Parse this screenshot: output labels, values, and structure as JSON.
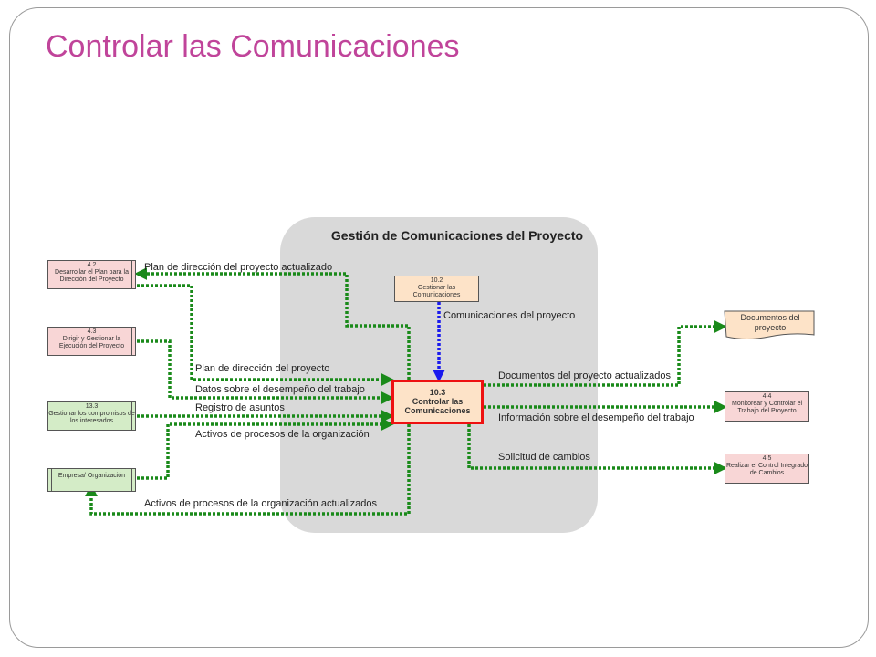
{
  "title": "Controlar las Comunicaciones",
  "area_title": "Gestión de Comunicaciones del Proyecto",
  "nodes": {
    "n42": "4.2\nDesarrollar el Plan para la Dirección del Proyecto",
    "n43": "4.3\nDirigir y Gestionar la Ejecución del Proyecto",
    "n133": "13.3\nGestionar los compromisos de los interesados",
    "empresa": "Empresa/ Organización",
    "n102": "10.2\nGestionar las Comunicaciones",
    "main_num": "10.3",
    "main_name": "Controlar las Comunicaciones",
    "docs": "Documentos del proyecto",
    "n44": "4.4\nMonitorear y Controlar el Trabajo del Proyecto",
    "n45": "4.5\nRealizar el Control Integrado de Cambios"
  },
  "labels": {
    "plan_actualizado": "Plan de dirección del proyecto actualizado",
    "comunicaciones": "Comunicaciones del proyecto",
    "plan": "Plan de dirección del proyecto",
    "datos": "Datos sobre el desempeño del trabajo",
    "registro": "Registro de asuntos",
    "activos": "Activos de procesos de la organización",
    "activos_actualizados": "Activos de procesos de la organización actualizados",
    "docs_actualizados": "Documentos del proyecto actualizados",
    "informacion": "Información  sobre el desempeño del trabajo",
    "solicitud": "Solicitud de cambios"
  },
  "colors": {
    "title": "#c0449a",
    "flow_green": "#1a8a1a",
    "flow_blue": "#1a1aee",
    "main_border": "#ee1111"
  }
}
